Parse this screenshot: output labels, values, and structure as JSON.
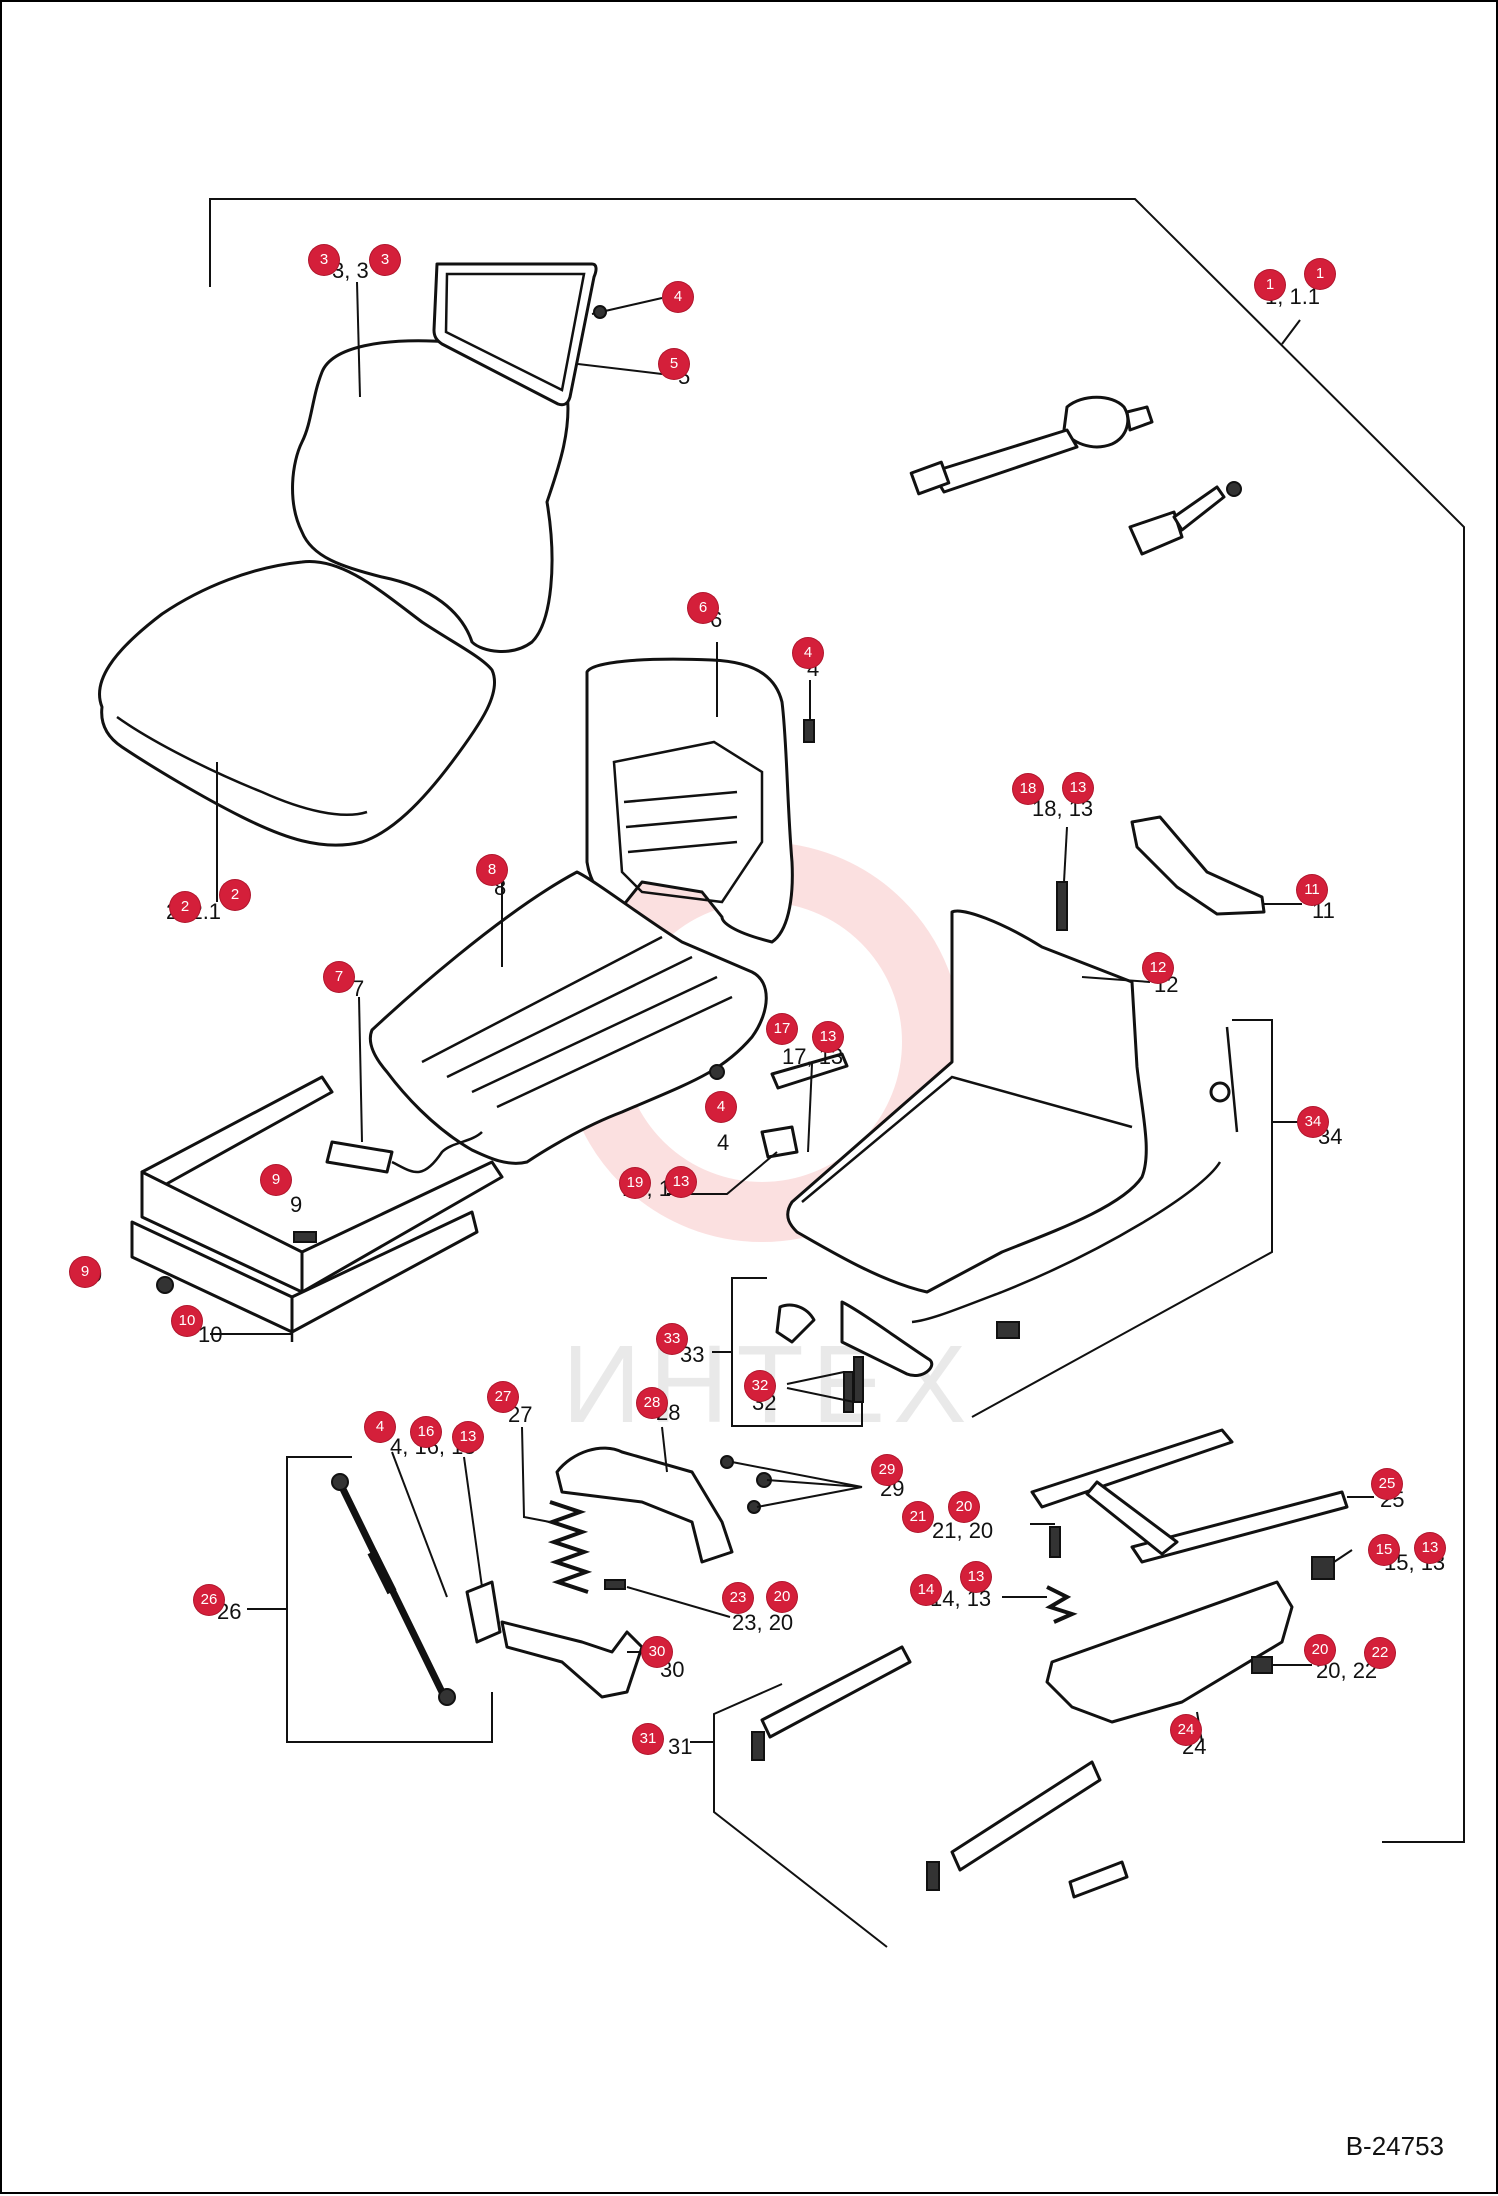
{
  "drawing_code": "B-24753",
  "watermark": "ИНТЕХ",
  "text_labels": [
    {
      "id": "l1",
      "text": "1, 1.1"
    },
    {
      "id": "l2",
      "text": "2, 2.1"
    },
    {
      "id": "l3",
      "text": "3, 3"
    },
    {
      "id": "l4a",
      "text": "4"
    },
    {
      "id": "l5",
      "text": "5"
    },
    {
      "id": "l6",
      "text": "6"
    },
    {
      "id": "l4b",
      "text": "4"
    },
    {
      "id": "l8",
      "text": "8"
    },
    {
      "id": "l7",
      "text": "7"
    },
    {
      "id": "l1813",
      "text": "18, 13"
    },
    {
      "id": "l11",
      "text": "11"
    },
    {
      "id": "l12",
      "text": "12"
    },
    {
      "id": "l1713",
      "text": "17, 13"
    },
    {
      "id": "l4c",
      "text": "4"
    },
    {
      "id": "l34",
      "text": "34"
    },
    {
      "id": "l1913",
      "text": "19, 13"
    },
    {
      "id": "l9a",
      "text": "9"
    },
    {
      "id": "l9b",
      "text": "9"
    },
    {
      "id": "l10",
      "text": "10"
    },
    {
      "id": "l33",
      "text": "33"
    },
    {
      "id": "l32",
      "text": "32"
    },
    {
      "id": "l41613",
      "text": "4, 16, 13"
    },
    {
      "id": "l27",
      "text": "27"
    },
    {
      "id": "l28",
      "text": "28"
    },
    {
      "id": "l29",
      "text": "29"
    },
    {
      "id": "l2120",
      "text": "21, 20"
    },
    {
      "id": "l25",
      "text": "25"
    },
    {
      "id": "l1513",
      "text": "15, 13"
    },
    {
      "id": "l1413",
      "text": "14, 13"
    },
    {
      "id": "l2320",
      "text": "23, 20"
    },
    {
      "id": "l26",
      "text": "26"
    },
    {
      "id": "l30",
      "text": "30"
    },
    {
      "id": "l2022",
      "text": "20, 22"
    },
    {
      "id": "l24",
      "text": "24"
    },
    {
      "id": "l31",
      "text": "31"
    }
  ],
  "callouts": [
    {
      "num": "1"
    },
    {
      "num": "1"
    },
    {
      "num": "3"
    },
    {
      "num": "3"
    },
    {
      "num": "4"
    },
    {
      "num": "5"
    },
    {
      "num": "6"
    },
    {
      "num": "4"
    },
    {
      "num": "2"
    },
    {
      "num": "2"
    },
    {
      "num": "8"
    },
    {
      "num": "7"
    },
    {
      "num": "18"
    },
    {
      "num": "13"
    },
    {
      "num": "11"
    },
    {
      "num": "12"
    },
    {
      "num": "17"
    },
    {
      "num": "13"
    },
    {
      "num": "4"
    },
    {
      "num": "34"
    },
    {
      "num": "19"
    },
    {
      "num": "13"
    },
    {
      "num": "9"
    },
    {
      "num": "9"
    },
    {
      "num": "10"
    },
    {
      "num": "33"
    },
    {
      "num": "32"
    },
    {
      "num": "4"
    },
    {
      "num": "16"
    },
    {
      "num": "13"
    },
    {
      "num": "27"
    },
    {
      "num": "28"
    },
    {
      "num": "29"
    },
    {
      "num": "21"
    },
    {
      "num": "20"
    },
    {
      "num": "25"
    },
    {
      "num": "15"
    },
    {
      "num": "13"
    },
    {
      "num": "14"
    },
    {
      "num": "13"
    },
    {
      "num": "23"
    },
    {
      "num": "20"
    },
    {
      "num": "26"
    },
    {
      "num": "30"
    },
    {
      "num": "20"
    },
    {
      "num": "22"
    },
    {
      "num": "24"
    },
    {
      "num": "31"
    }
  ]
}
